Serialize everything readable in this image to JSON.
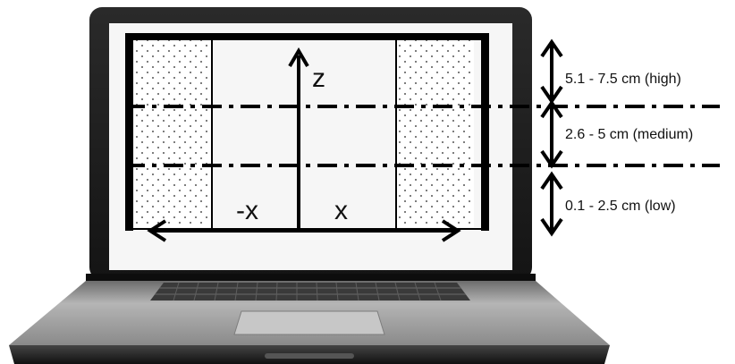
{
  "axes": {
    "z_label": "z",
    "neg_x_label": "-x",
    "pos_x_label": "x"
  },
  "height_ranges": [
    {
      "name": "high",
      "label": "5.1 - 7.5 cm (high)"
    },
    {
      "name": "medium",
      "label": "2.6 - 5 cm (medium)"
    },
    {
      "name": "low",
      "label": "0.1 - 2.5 cm (low)"
    }
  ],
  "colors": {
    "bezel": "#1f1f1f",
    "screen": "#f6f6f6",
    "frame": "#000000",
    "keyboard_deck": "#9a9a9a",
    "keys": "#3a3a3a"
  },
  "icons": {
    "laptop": "laptop-icon",
    "arrow": "double-headed-arrow-icon"
  }
}
